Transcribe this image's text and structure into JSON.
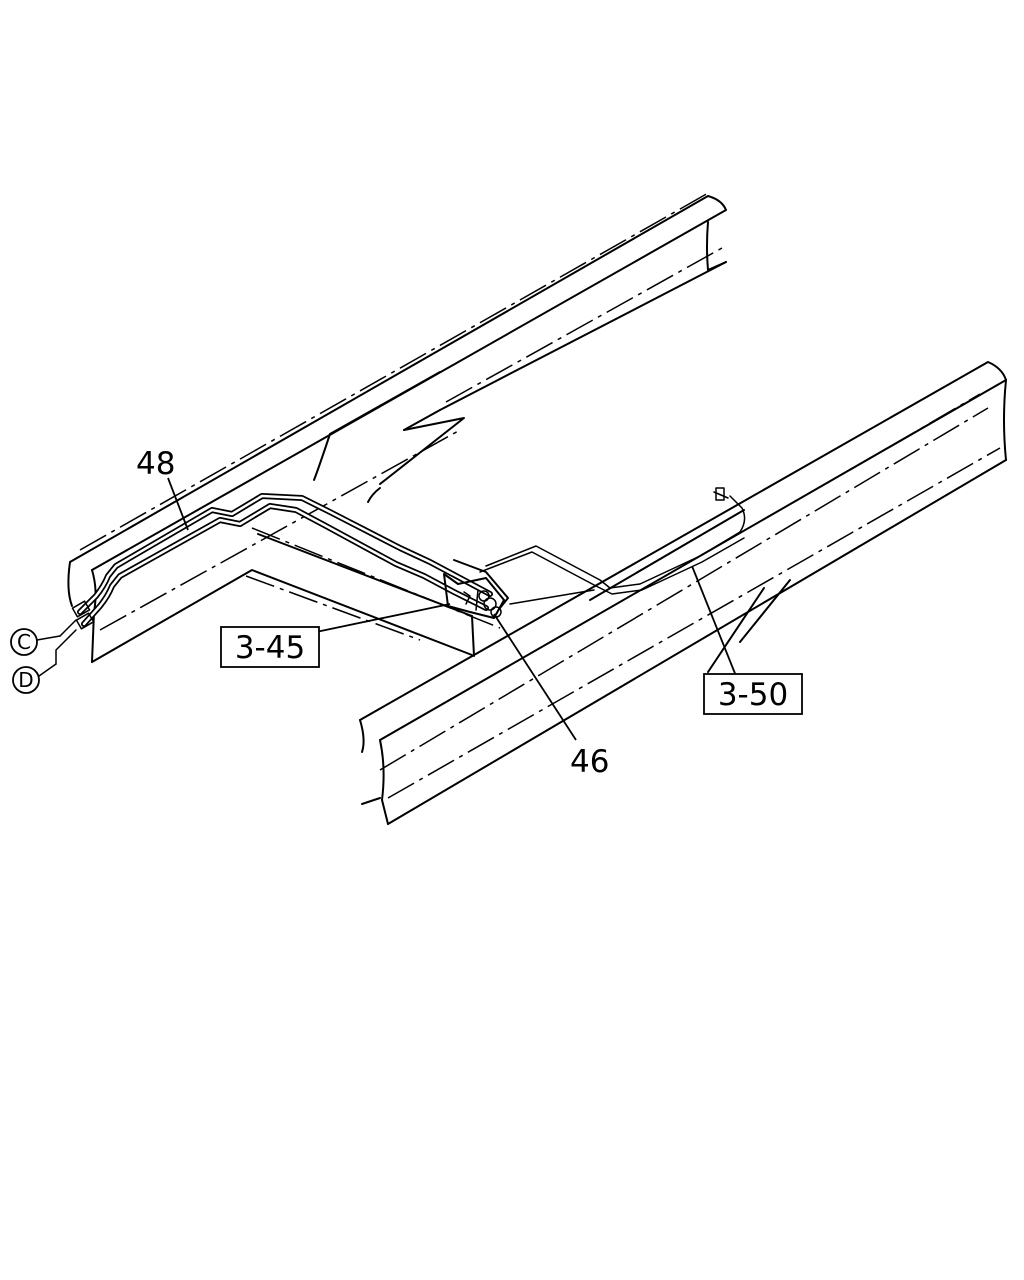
{
  "diagram": {
    "callouts": {
      "part_48": "48",
      "part_46": "46",
      "ref_3_45": "3-45",
      "ref_3_50": "3-50"
    },
    "connectors": {
      "c": "C",
      "d": "D"
    }
  }
}
